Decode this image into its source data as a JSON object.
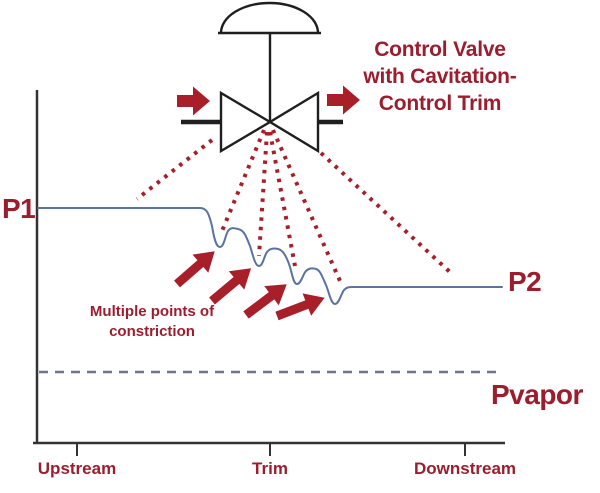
{
  "title": {
    "line1": "Control Valve",
    "line2": "with Cavitation-",
    "line3": "Control Trim"
  },
  "pressure_labels": {
    "p1": "P1",
    "p2": "P2",
    "pvapor": "Pvapor"
  },
  "annotation": {
    "line1": "Multiple points of",
    "line2": "constriction"
  },
  "x_axis": {
    "labels": [
      "Upstream",
      "Trim",
      "Downstream"
    ]
  },
  "icons": {
    "flow-arrow-icon": "solid block arrow pointing right (flow direction through valve)",
    "constriction-arrow-icon": "solid block arrow pointing up-right at pressure dip",
    "valve-icon": "bowtie globe-valve symbol with dome actuator"
  },
  "colors": {
    "dark_red": "#9c1d2e",
    "arrow_red": "#a81e29",
    "curve_blue": "#5b73a0",
    "vapor_gray": "#71718f",
    "line_black": "#1f1f1f",
    "axis_gray": "#333333"
  }
}
